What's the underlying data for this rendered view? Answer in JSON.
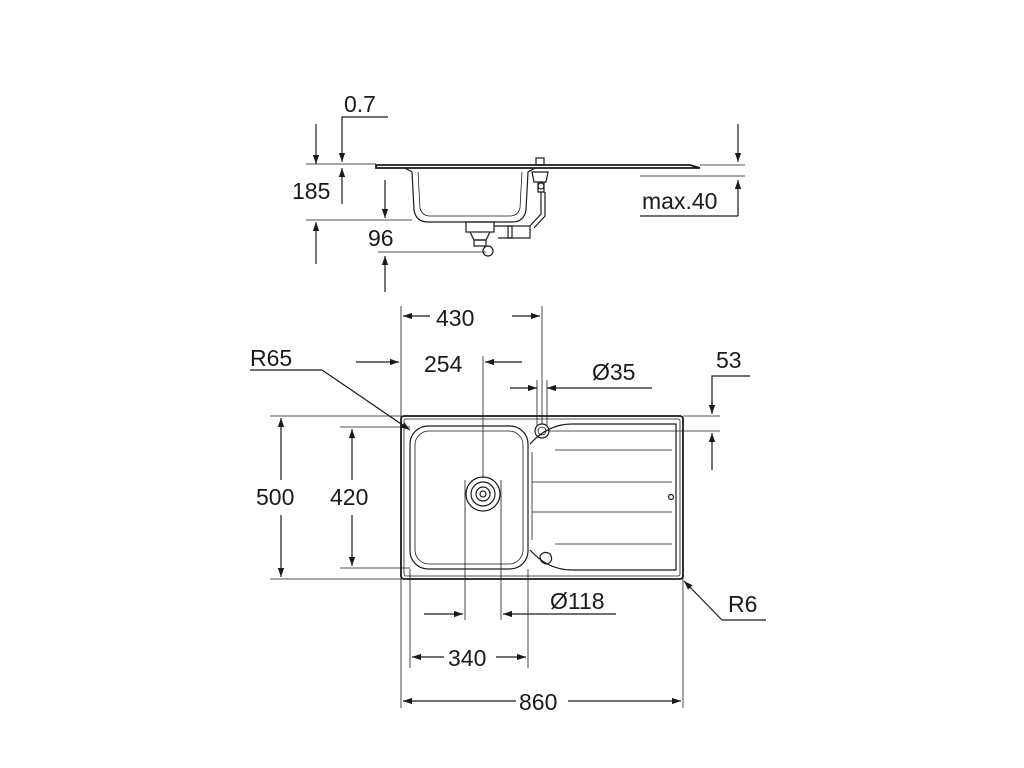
{
  "drawing": {
    "colors": {
      "line": "#1a1a1a",
      "background": "#ffffff"
    },
    "side_view": {
      "dimensions": {
        "thickness": "0.7",
        "depth": "185",
        "waste_depth": "96",
        "worktop": "max.40"
      }
    },
    "top_view": {
      "dimensions": {
        "bowl_width": "430",
        "corner_radius": "R65",
        "drain_offset": "254",
        "tap_hole": "Ø35",
        "tap_hole_offset": "53",
        "overall_depth": "500",
        "bowl_depth": "420",
        "waste_diameter": "Ø118",
        "outer_radius": "R6",
        "bowl_offset": "340",
        "overall_width": "860"
      }
    }
  }
}
